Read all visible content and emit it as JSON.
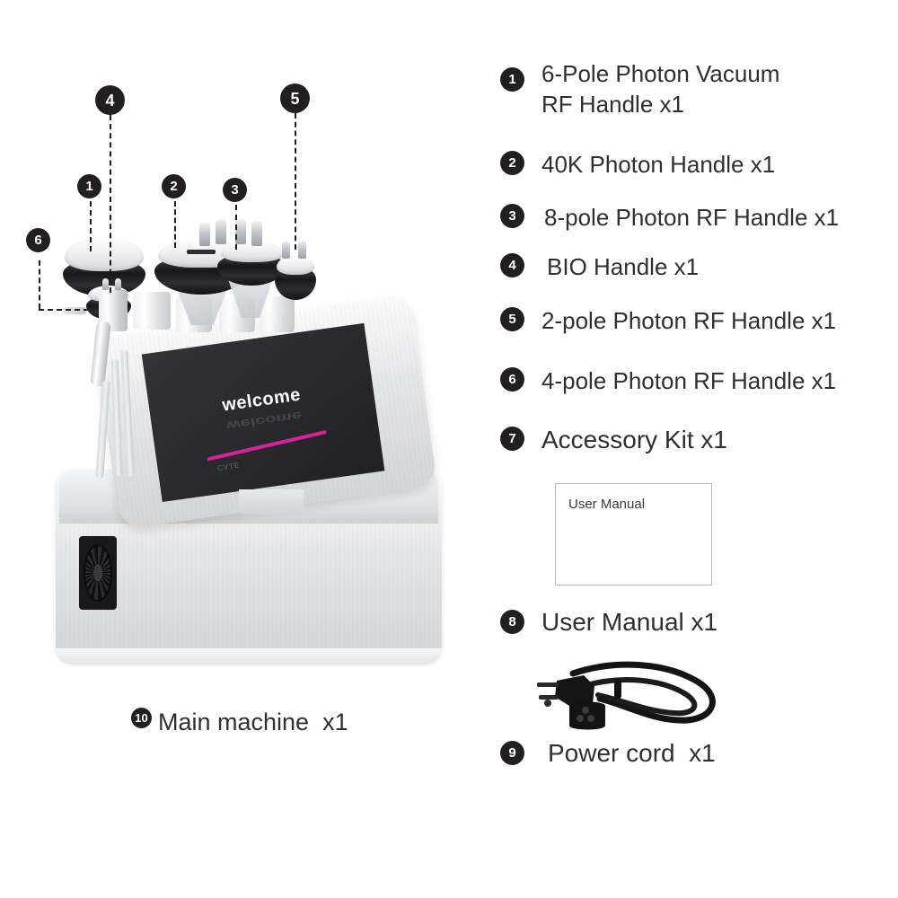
{
  "page": {
    "title": "Cavitation RF Beauty Machine Package Contents",
    "background_color": "#ffffff",
    "badge_color": "#211f20",
    "text_color": "#2f2f2f",
    "accent_color": "#d8219c"
  },
  "legend": {
    "items": [
      {
        "number": "1",
        "label": "6-Pole Photon Vacuum\nRF Handle x1"
      },
      {
        "number": "2",
        "label": "40K Photon Handle x1"
      },
      {
        "number": "3",
        "label": "8-pole Photon RF Handle x1"
      },
      {
        "number": "4",
        "label": "BIO Handle x1"
      },
      {
        "number": "5",
        "label": "2-pole Photon RF Handle x1"
      },
      {
        "number": "6",
        "label": "4-pole Photon RF Handle x1"
      },
      {
        "number": "7",
        "label": "Accessory Kit x1"
      },
      {
        "number": "8",
        "label": "User Manual x1"
      },
      {
        "number": "9",
        "label": "Power cord  x1"
      }
    ]
  },
  "manual_box": {
    "caption": "User Manual"
  },
  "main_machine": {
    "number": "10",
    "label": "Main machine  x1"
  },
  "device_screen": {
    "welcome_text": "welcome",
    "brand_text": "CVTE",
    "progress_color": "#d8219c"
  },
  "callouts": {
    "items": [
      {
        "number": "1"
      },
      {
        "number": "2"
      },
      {
        "number": "3"
      },
      {
        "number": "4"
      },
      {
        "number": "5"
      },
      {
        "number": "6"
      }
    ]
  }
}
